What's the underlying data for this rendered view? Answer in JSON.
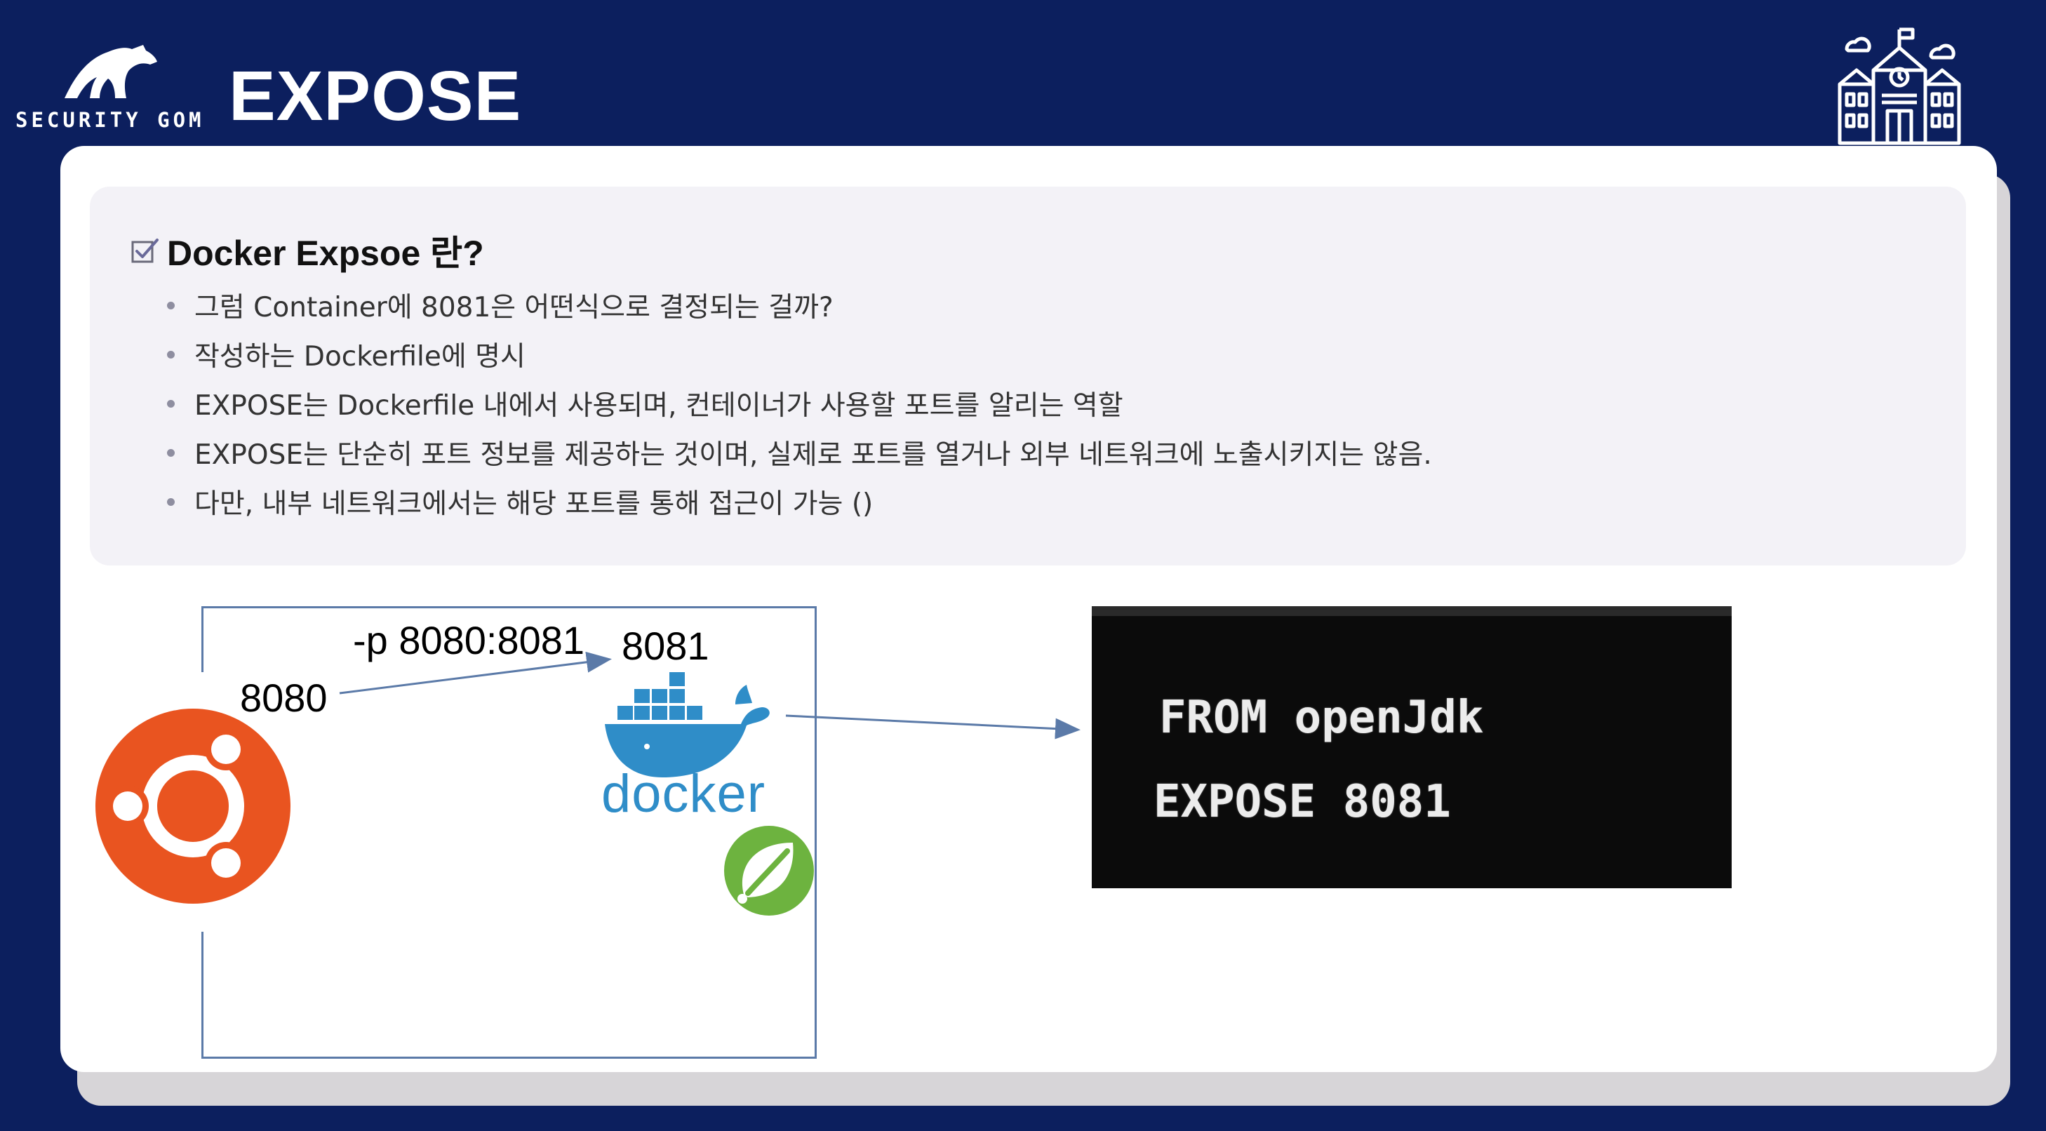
{
  "header": {
    "logo_text": "SECURITY GOM",
    "title": "EXPOSE"
  },
  "section": {
    "heading": "Docker Expsoe 란?",
    "bullets": [
      "그럼 Container에 8081은 어떤식으로 결정되는 걸까?",
      "작성하는 Dockerfile에 명시",
      "EXPOSE는 Dockerfile 내에서 사용되며, 컨테이너가 사용할 포트를 알리는 역할",
      "EXPOSE는 단순히 포트 정보를 제공하는 것이며, 실제로 포트를 열거나 외부 네트워크에 노출시키지는 않음.",
      "다만, 내부 네트워크에서는 해당 포트를 통해 접근이 가능 ()"
    ]
  },
  "diagram": {
    "port_mapping": "-p 8080:8081",
    "host_port": "8080",
    "container_port": "8081",
    "docker_label": "docker"
  },
  "terminal": {
    "lines": [
      "FROM openJdk",
      "EXPOSE 8081"
    ]
  },
  "colors": {
    "background": "#0c1f5e",
    "ubuntu": "#e95420",
    "docker": "#2f8dc8",
    "spring": "#6db33f",
    "arrow": "#5b7aa8"
  }
}
